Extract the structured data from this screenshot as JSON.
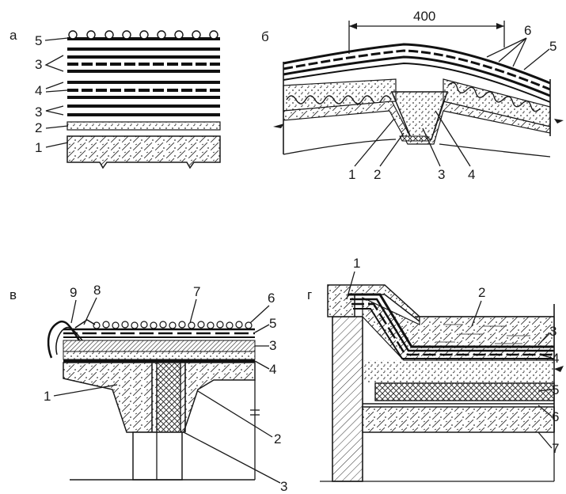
{
  "panels": {
    "a": {
      "letter": "а",
      "labels": [
        "5",
        "3",
        "4",
        "3",
        "2",
        "1"
      ]
    },
    "b": {
      "letter": "б",
      "dimension": "400",
      "labels": [
        "6",
        "5",
        "1",
        "2",
        "3",
        "4"
      ]
    },
    "v": {
      "letter": "в",
      "labels": [
        "9",
        "8",
        "7",
        "6",
        "5",
        "3",
        "4",
        "1",
        "2",
        "3"
      ]
    },
    "g": {
      "letter": "г",
      "labels": [
        "1",
        "2",
        "3",
        "4",
        "5",
        "6",
        "7"
      ]
    }
  },
  "colors": {
    "ink": "#1a1a1a",
    "paper": "#ffffff",
    "hatch": "#333333"
  }
}
